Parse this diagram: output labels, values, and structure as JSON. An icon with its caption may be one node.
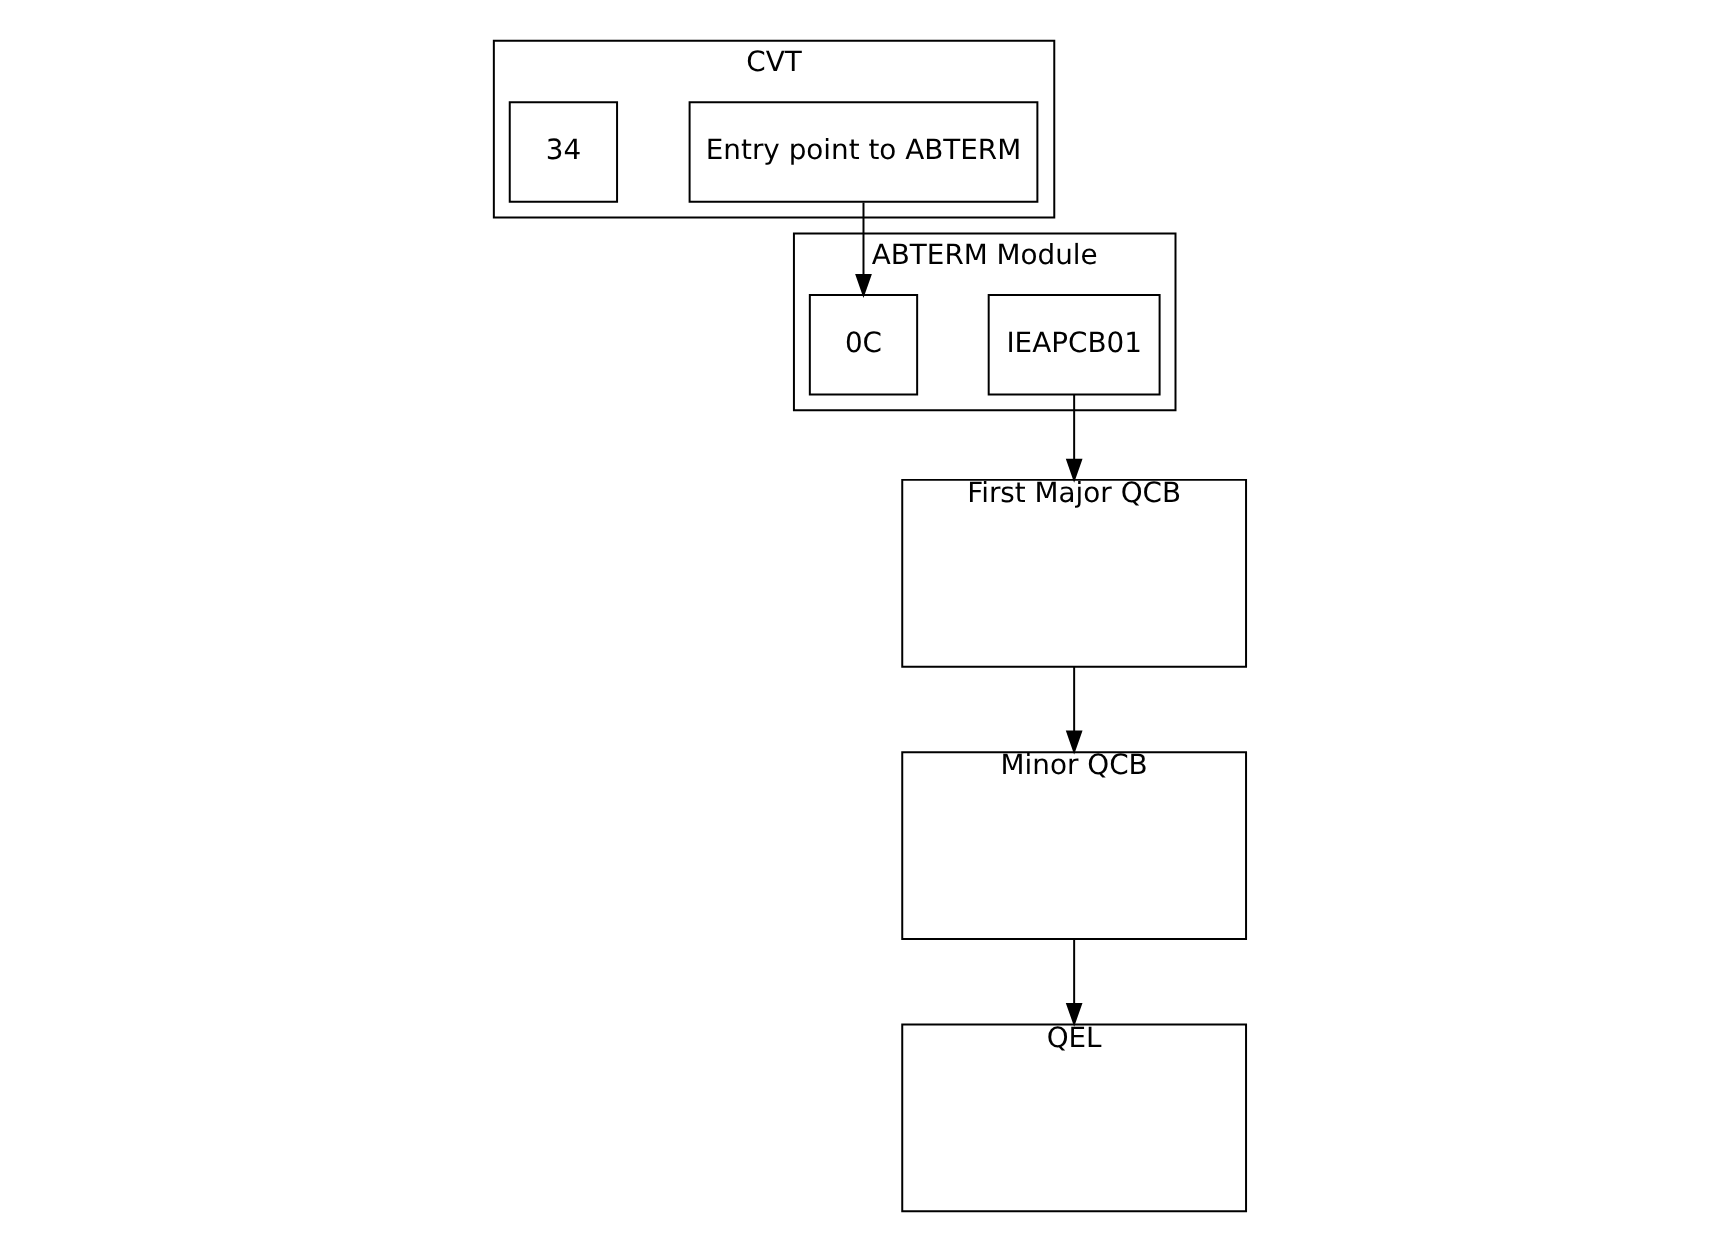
{
  "diagram": {
    "nodes": [
      {
        "text": [
          "CVT"
        ]
      },
      {
        "text": [
          "34"
        ],
        "in": 0
      },
      {
        "text": [
          "Entry point to ABTERM"
        ],
        "in": 0
      },
      {
        "text": [
          "ABTERM Module"
        ]
      },
      {
        "text": [
          "0C"
        ],
        "in": 3
      },
      {
        "text": [
          "IEAPCB01"
        ],
        "in": 3
      },
      {
        "text": [
          "First Major QCB"
        ]
      },
      {
        "text": [
          "Minor QCB"
        ]
      },
      {
        "text": [
          "QEL"
        ]
      }
    ],
    "edges": [
      {
        "from": 2,
        "to": 4,
        "arrow": "to"
      },
      {
        "from": 5,
        "to": 6,
        "arrow": "to"
      },
      {
        "from": 6,
        "to": 7,
        "arrow": "to"
      },
      {
        "from": 7,
        "to": 8,
        "arrow": "to"
      }
    ]
  }
}
